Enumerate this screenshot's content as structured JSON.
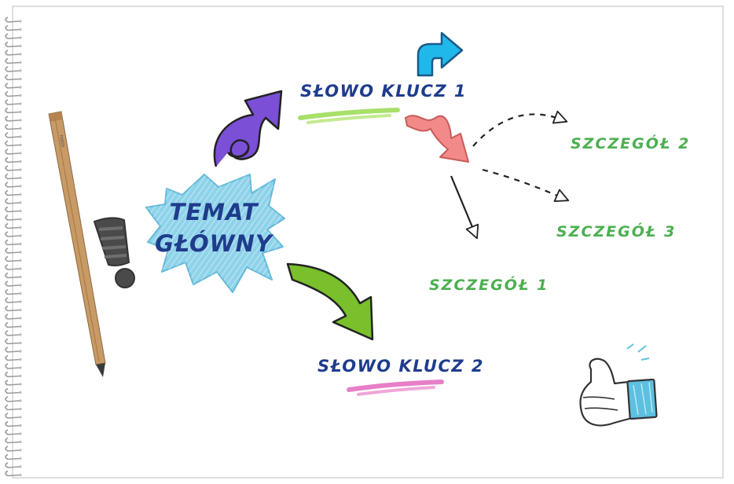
{
  "main_topic": {
    "line1": "TEMAT",
    "line2": "GŁÓWNY"
  },
  "keywords": [
    {
      "label": "SŁOWO KLUCZ 1"
    },
    {
      "label": "SŁOWO KLUCZ 2"
    }
  ],
  "details": [
    {
      "label": "SZCZEGÓŁ 1"
    },
    {
      "label": "SZCZEGÓŁ 2"
    },
    {
      "label": "SZCZEGÓŁ 3"
    }
  ],
  "pencil_text": "FABER",
  "colors": {
    "label_blue": "#1f3c8c",
    "detail_green": "#4caf50",
    "burst_fill": "#8fd3ea",
    "purple_arrow": "#7b4fd6",
    "green_arrow": "#79c02c",
    "cyan_arrow": "#20b8ea",
    "pink_arrow": "#f28a8a",
    "keyword1_underline": "#a8e06a",
    "keyword2_underline": "#e77fc7",
    "paper": "#ffffff",
    "background": "#ffffff"
  },
  "icons": [
    "spiral-binding-icon",
    "pencil-icon",
    "exclamation-mark-icon",
    "thumbs-up-icon",
    "right-turn-arrow-icon",
    "curly-arrow-icon",
    "curved-arrow-icon",
    "wavy-arrow-icon",
    "outline-arrow-icon"
  ]
}
